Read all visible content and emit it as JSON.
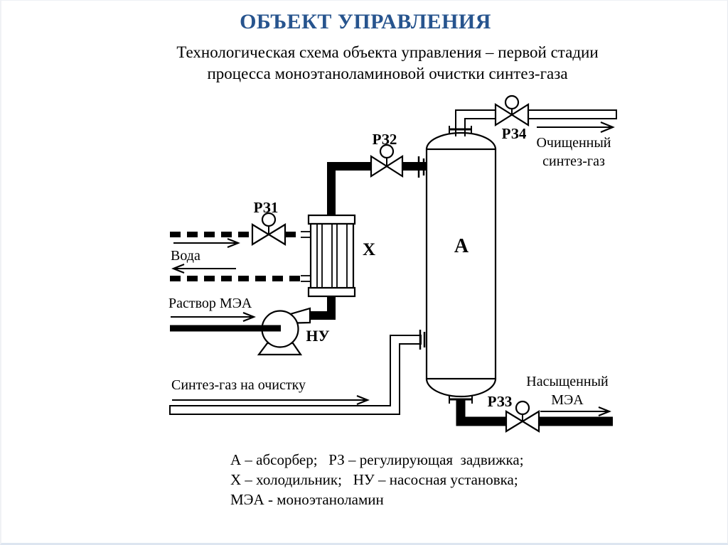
{
  "slide": {
    "title": "ОБЪЕКТ УПРАВЛЕНИЯ",
    "title_color": "#27548E",
    "subtitle_line1": "Технологическая схема объекта управления – первой стадии",
    "subtitle_line2": "процесса моноэтаноламиновой очистки синтез-газа"
  },
  "diagram": {
    "valves": {
      "rz1": "РЗ1",
      "rz2": "РЗ2",
      "rz3": "РЗ3",
      "rz4": "РЗ4"
    },
    "equipment": {
      "absorber": "А",
      "cooler": "Х",
      "pump": "НУ"
    },
    "streams": {
      "water": "Вода",
      "mea_solution": "Раствор МЭА",
      "syngas_in": "Синтез-газ на очистку",
      "clean_gas_line1": "Очищенный",
      "clean_gas_line2": "синтез-газ",
      "rich_mea_line1": "Насыщенный",
      "rich_mea_line2": "МЭА"
    }
  },
  "legend": {
    "line1": "А – абсорбер;   РЗ – регулирующая  задвижка;",
    "line2": "Х – холодильник;   НУ – насосная установка;",
    "line3": "МЭА - моноэтаноламин"
  }
}
